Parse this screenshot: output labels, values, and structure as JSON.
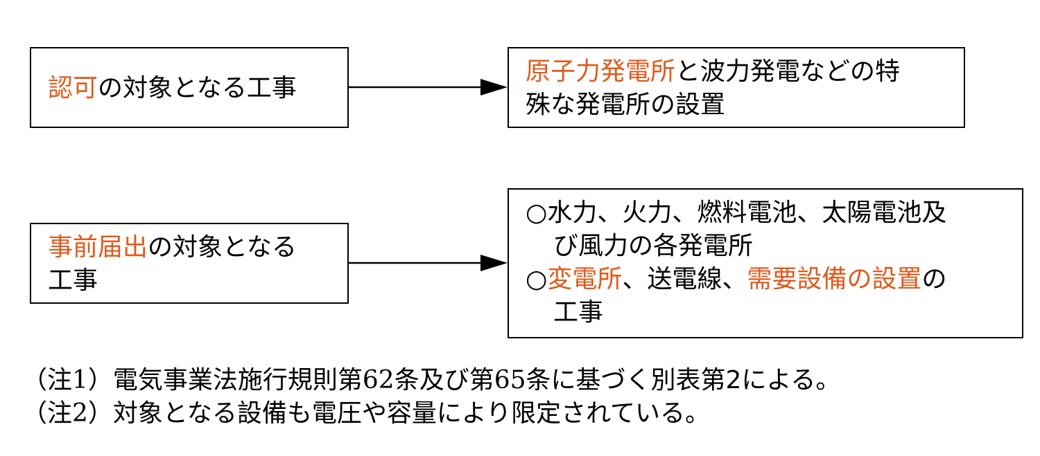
{
  "colors": {
    "highlight": "#e05a1c",
    "text": "#000000",
    "border": "#000000",
    "background": "#ffffff"
  },
  "box_approval": {
    "highlight": "認可",
    "rest": "の対象となる工事"
  },
  "box_approval_target": {
    "highlight": "原子力発電所",
    "line1_rest": "と波力発電などの特",
    "line2": "殊な発電所の設置"
  },
  "box_notification": {
    "highlight": "事前届出",
    "line1_rest": "の対象となる",
    "line2": "工事"
  },
  "box_notification_target": {
    "bullet1_mark": "○",
    "bullet1_line1": "水力、火力、燃料電池、太陽電池及",
    "bullet1_line2": "び風力の各発電所",
    "bullet2_mark": "○",
    "bullet2_highlight1": "変電所",
    "bullet2_text1": "、送電線、",
    "bullet2_highlight2": "需要設備の設置",
    "bullet2_text2": "の",
    "bullet2_line2": "工事"
  },
  "notes": {
    "note1_prefix": "（注1）電気事業法施行規則第62条及び第65条に基づく",
    "note1_bold": "別表第2",
    "note1_suffix": "による。",
    "note2": "（注2）対象となる設備も電圧や容量により限定されている。"
  }
}
